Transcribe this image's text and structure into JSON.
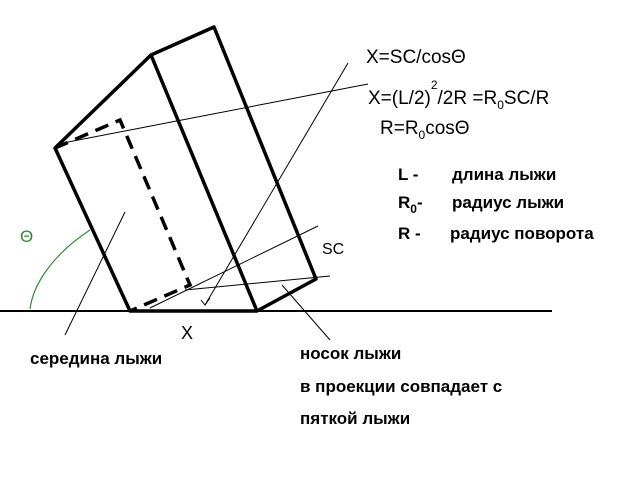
{
  "colors": {
    "ink": "#000000",
    "angle": "#2e8b2e",
    "background": "#ffffff"
  },
  "labels": {
    "theta": "Θ",
    "sc": "SC",
    "x": "X",
    "middle": "середина лыжи",
    "toe": "носок лыжи",
    "projection_line1": "в проекции совпадает с",
    "projection_line2": "пяткой лыжи"
  },
  "formulas": {
    "f1": "X=SC/cosΘ",
    "f2_a": "X=(L/2)",
    "f2_exp": "2",
    "f2_b": "/2R =R",
    "f2_sub": "0",
    "f2_c": "SC/R",
    "f3_a": "R=R",
    "f3_sub": "0",
    "f3_b": "cosΘ"
  },
  "legend": {
    "l_sym": "L  -",
    "l_text": "длина лыжи",
    "r0_sym": "R",
    "r0_sub": "0",
    "r0_dash": "-",
    "r0_text": "радиус лыжи",
    "r_sym": "R  -",
    "r_text": "радиус поворота"
  }
}
